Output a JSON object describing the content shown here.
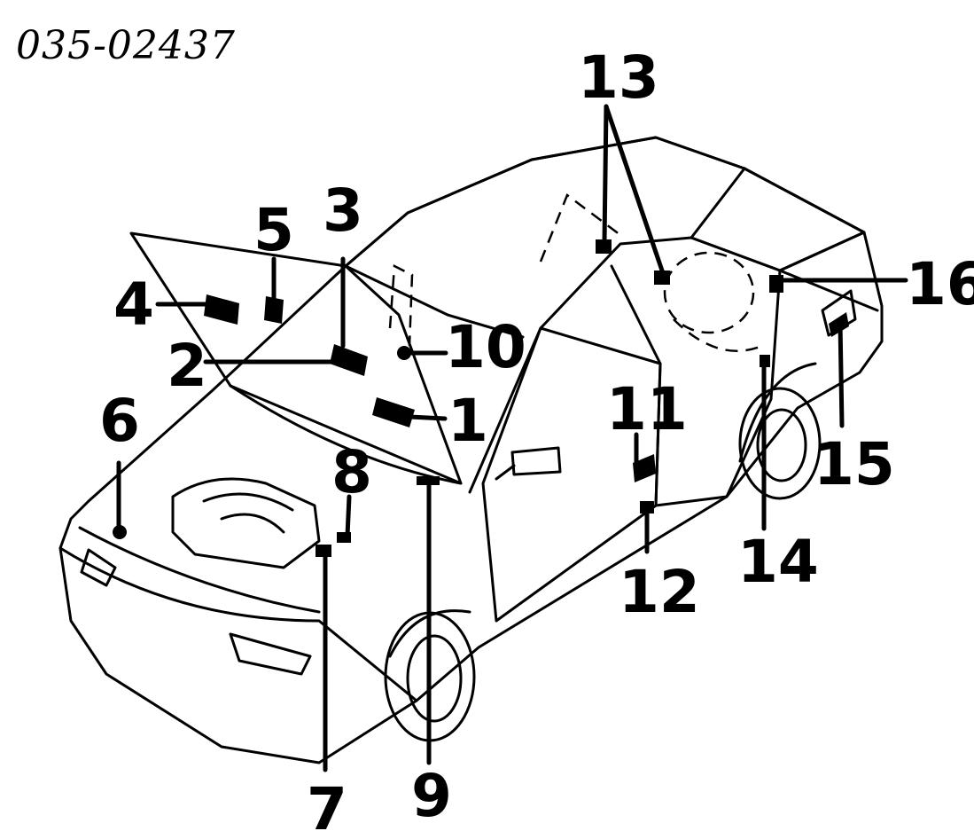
{
  "diagram": {
    "reference_code": "035-02437",
    "callouts": [
      "1",
      "2",
      "3",
      "4",
      "5",
      "6",
      "7",
      "8",
      "9",
      "10",
      "11",
      "12",
      "13",
      "14",
      "15",
      "16"
    ]
  }
}
